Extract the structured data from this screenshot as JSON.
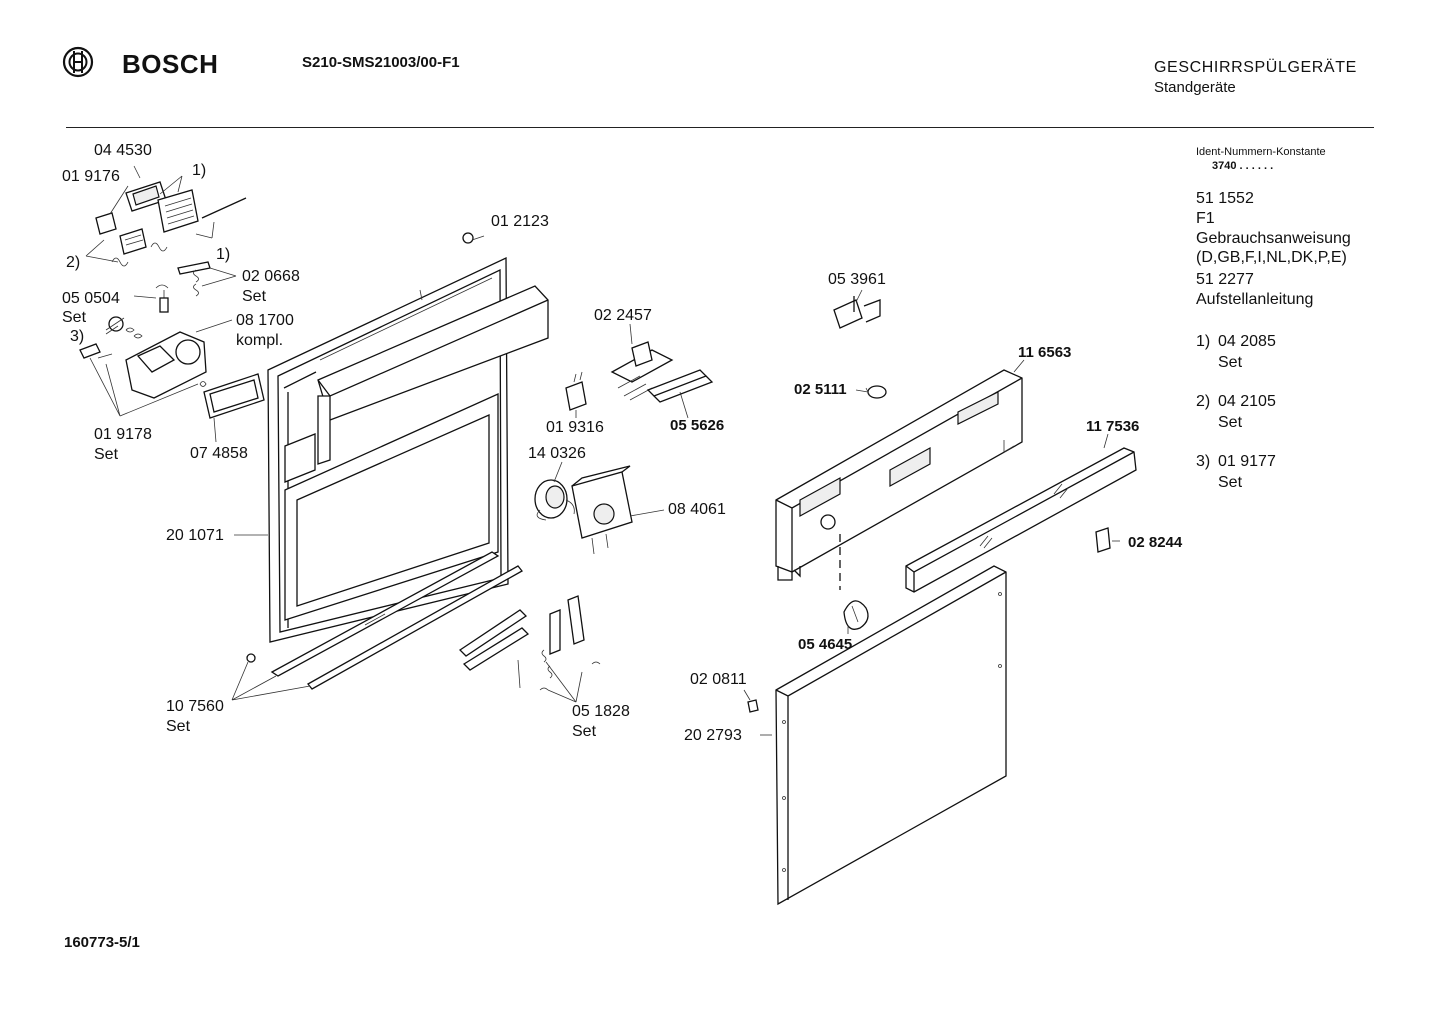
{
  "header": {
    "brand": "BOSCH",
    "model": "S210-SMS21003/00-F1",
    "category": "GESCHIRRSPÜLGERÄTE",
    "subcategory": "Standgeräte"
  },
  "sidebar": {
    "ident_label": "Ident-Nummern-Konstante",
    "ident_value": "3740 . .   . . . .",
    "lines": [
      "51 1552",
      "F1",
      "Gebrauchsanweisung",
      "(D,GB,F,I,NL,DK,P,E)",
      "51 2277",
      "Aufstellanleitung"
    ],
    "notes": [
      {
        "marker": "1)",
        "number": "04 2085",
        "suffix": "Set"
      },
      {
        "marker": "2)",
        "number": "04 2105",
        "suffix": "Set"
      },
      {
        "marker": "3)",
        "number": "01 9177",
        "suffix": "Set"
      }
    ]
  },
  "labels": {
    "p044530": "04 4530",
    "p019176": "01 9176",
    "note1a": "1)",
    "note1b": "1)",
    "note2": "2)",
    "note3": "3)",
    "p012123": "01 2123",
    "p020668": "02 0668",
    "set_020668": "Set",
    "p050504": "05 0504",
    "set_050504": "Set",
    "p081700": "08 1700",
    "kompl": "kompl.",
    "p019178": "01 9178",
    "set_019178": "Set",
    "p074858": "07 4858",
    "p201071": "20 1071",
    "p107560": "10 7560",
    "set_107560": "Set",
    "p022457": "02 2457",
    "p019316": "01 9316",
    "p055626": "05 5626",
    "p140326": "14 0326",
    "p084061": "08 4061",
    "p051828": "05 1828",
    "set_051828": "Set",
    "p053961": "05 3961",
    "p116563": "11 6563",
    "p025111": "02 5111",
    "p117536": "11 7536",
    "p028244": "02 8244",
    "p054645": "05 4645",
    "p020811": "02 0811",
    "p202793": "20 2793"
  },
  "footer": {
    "code": "160773-5/1"
  }
}
